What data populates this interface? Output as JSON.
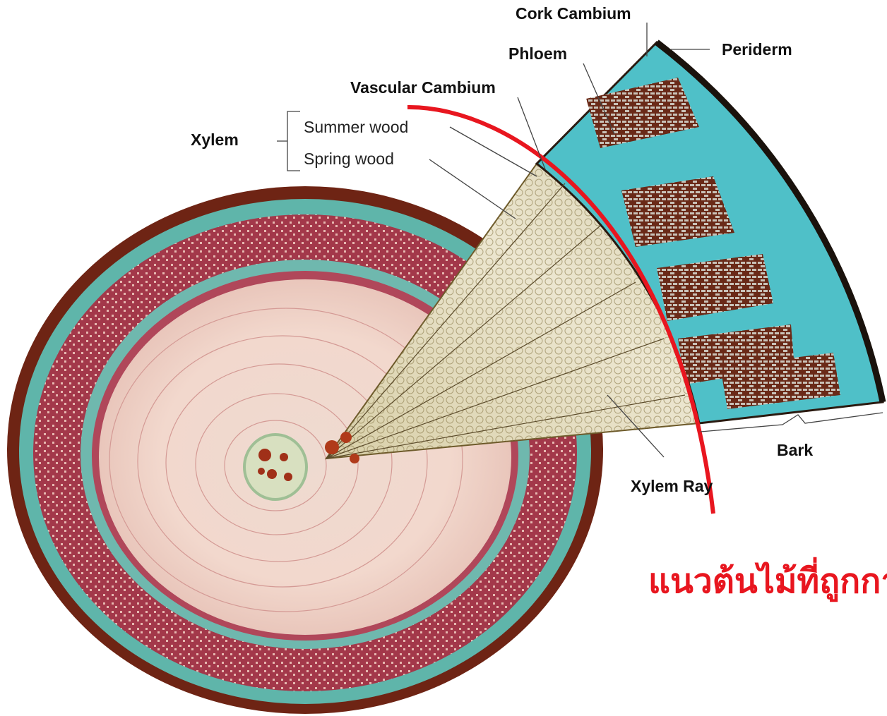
{
  "labels": {
    "cork_cambium": "Cork Cambium",
    "periderm": "Periderm",
    "phloem": "Phloem",
    "vascular_cambium": "Vascular Cambium",
    "xylem": "Xylem",
    "summer_wood": "Summer wood",
    "spring_wood": "Spring wood",
    "bark": "Bark",
    "xylem_ray": "Xylem Ray"
  },
  "caption": {
    "text": "แนวต้นไม้ที่ถูกกา",
    "color": "#e8161f"
  },
  "colors": {
    "cut_line": "#e8161f",
    "bark_brown": "#6e2414",
    "ring_red": "#a3384a",
    "ring_teal": "#5fb5aa",
    "wood_pink": "#f0d2c6",
    "wedge_xylem": "#e6dfc2",
    "wedge_phloem_teal": "#4fc0c8",
    "wedge_phloem_brown": "#6a2a18"
  }
}
